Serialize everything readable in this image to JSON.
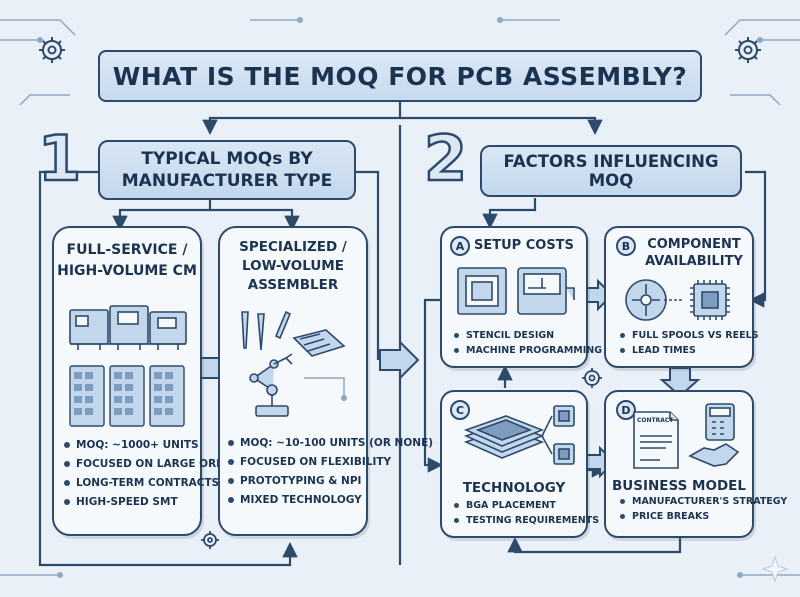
{
  "title": "WHAT IS THE MOQ FOR PCB ASSEMBLY?",
  "section1": {
    "number": "1",
    "heading": "TYPICAL MOQs BY MANUFACTURER TYPE",
    "cards": [
      {
        "title": "FULL-SERVICE /\nHIGH-VOLUME CM",
        "bullets": [
          "MOQ: ~1000+ UNITS",
          "FOCUSED ON LARGE ORDERS",
          "LONG-TERM CONTRACTS",
          "HIGH-SPEED SMT"
        ]
      },
      {
        "title": "SPECIALIZED /\nLOW-VOLUME\nASSEMBLER",
        "bullets": [
          "MOQ: ~10-100 UNITS (OR NONE)",
          "FOCUSED ON FLEXIBILITY",
          "PROTOTYPING & NPI",
          "MIXED TECHNOLOGY"
        ]
      }
    ]
  },
  "section2": {
    "number": "2",
    "heading": "FACTORS INFLUENCING MOQ",
    "factors": [
      {
        "letter": "A",
        "title": "SETUP COSTS",
        "bullets": [
          "STENCIL DESIGN",
          "MACHINE PROGRAMMING"
        ]
      },
      {
        "letter": "B",
        "title": "COMPONENT\nAVAILABILITY",
        "bullets": [
          "FULL SPOOLS VS REELS",
          "LEAD TIMES"
        ]
      },
      {
        "letter": "C",
        "title": "TECHNOLOGY",
        "bullets": [
          "BGA PLACEMENT",
          "TESTING REQUIREMENTS"
        ]
      },
      {
        "letter": "D",
        "title": "BUSINESS MODEL",
        "bullets": [
          "MANUFACTURER'S STRATEGY",
          "PRICE BREAKS"
        ]
      }
    ],
    "contract_label": "CONTRACT"
  },
  "colors": {
    "ink": "#2e4a6b",
    "fill": "#dbe8f6",
    "card": "#f6f9fc",
    "background": "#e9f0f7"
  }
}
